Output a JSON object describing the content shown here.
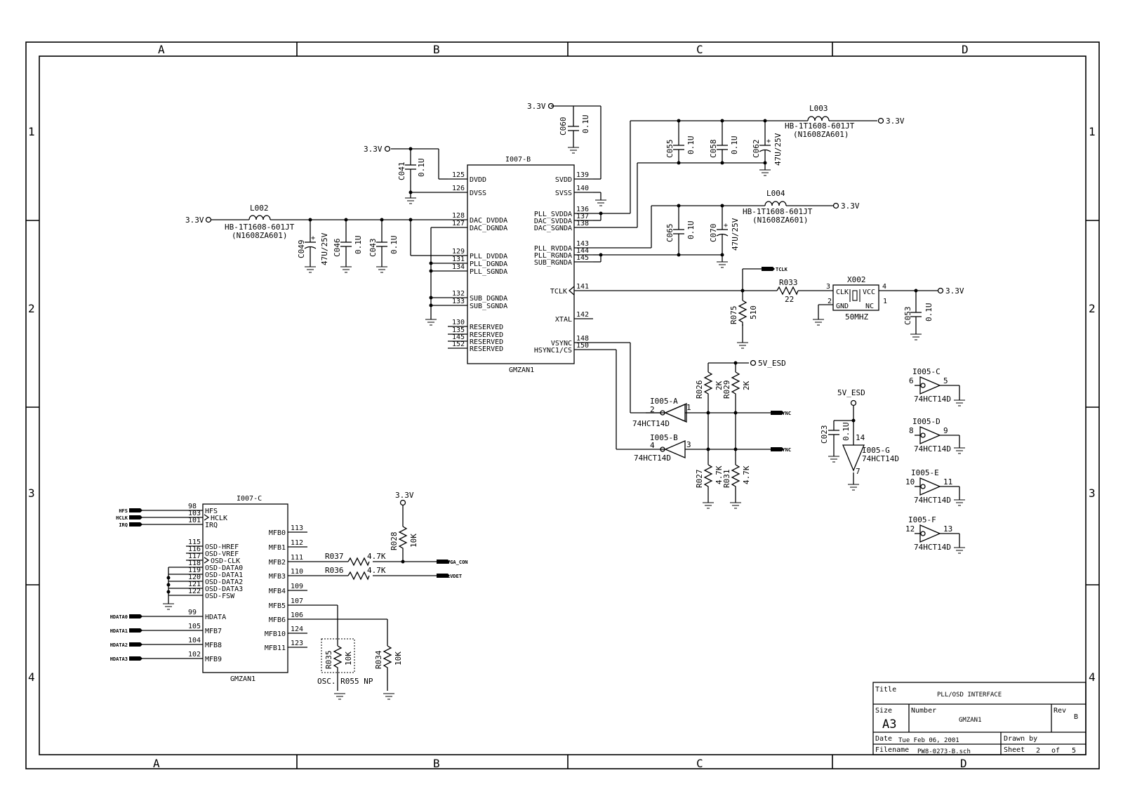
{
  "border": {
    "cols": [
      "A",
      "B",
      "C",
      "D"
    ],
    "rows": [
      "1",
      "2",
      "3",
      "4"
    ]
  },
  "power": {
    "v33": "3.3V",
    "v5": "5V_ESD"
  },
  "chip_b": {
    "ref": "I007-B",
    "part": "GMZAN1",
    "left_pins": [
      {
        "num": "125",
        "name": "DVDD"
      },
      {
        "num": "126",
        "name": "DVSS"
      },
      {
        "num": "128",
        "name": "DAC_DVDDA"
      },
      {
        "num": "127",
        "name": "DAC_DGNDA"
      },
      {
        "num": "129",
        "name": "PLL_DVDDA"
      },
      {
        "num": "131",
        "name": "PLL_DGNDA"
      },
      {
        "num": "134",
        "name": "PLL_SGNDA"
      },
      {
        "num": "132",
        "name": "SUB_DGNDA"
      },
      {
        "num": "133",
        "name": "SUB_SGNDA"
      },
      {
        "num": "130",
        "name": "RESERVED"
      },
      {
        "num": "135",
        "name": "RESERVED"
      },
      {
        "num": "145",
        "name": "RESERVED"
      },
      {
        "num": "152",
        "name": "RESERVED"
      }
    ],
    "right_pins": [
      {
        "num": "139",
        "name": "SVDD"
      },
      {
        "num": "140",
        "name": "SVSS"
      },
      {
        "num": "136",
        "name": "PLL_SVDDA"
      },
      {
        "num": "137",
        "name": "DAC_SVDDA"
      },
      {
        "num": "138",
        "name": "DAC_SGNDA"
      },
      {
        "num": "143",
        "name": "PLL_RVDDA"
      },
      {
        "num": "144",
        "name": "PLL_RGNDA"
      },
      {
        "num": "145",
        "name": "SUB_RGNDA"
      },
      {
        "num": "141",
        "name": "TCLK"
      },
      {
        "num": "142",
        "name": "XTAL"
      },
      {
        "num": "148",
        "name": "VSYNC"
      },
      {
        "num": "150",
        "name": "HSYNC1/CS"
      }
    ]
  },
  "chip_c": {
    "ref": "I007-C",
    "part": "GMZAN1",
    "left_pins": [
      {
        "num": "98",
        "name": "HFS"
      },
      {
        "num": "103",
        "name": "HCLK"
      },
      {
        "num": "101",
        "name": "IRQ"
      },
      {
        "num": "115",
        "name": "OSD-HREF"
      },
      {
        "num": "116",
        "name": "OSD-VREF"
      },
      {
        "num": "117",
        "name": "OSD-CLK"
      },
      {
        "num": "118",
        "name": "OSD-DATA0"
      },
      {
        "num": "119",
        "name": "OSD-DATA1"
      },
      {
        "num": "120",
        "name": "OSD-DATA2"
      },
      {
        "num": "121",
        "name": "OSD-DATA3"
      },
      {
        "num": "122",
        "name": "OSD-FSW"
      },
      {
        "num": "99",
        "name": "HDATA"
      },
      {
        "num": "105",
        "name": "MFB7"
      },
      {
        "num": "104",
        "name": "MFB8"
      },
      {
        "num": "102",
        "name": "MFB9"
      }
    ],
    "right_pins": [
      {
        "num": "113",
        "name": "MFB0"
      },
      {
        "num": "112",
        "name": "MFB1"
      },
      {
        "num": "111",
        "name": "MFB2"
      },
      {
        "num": "110",
        "name": "MFB3"
      },
      {
        "num": "109",
        "name": "MFB4"
      },
      {
        "num": "107",
        "name": "MFB5"
      },
      {
        "num": "106",
        "name": "MFB6"
      },
      {
        "num": "124",
        "name": "MFB10"
      },
      {
        "num": "123",
        "name": "MFB11"
      }
    ]
  },
  "inputs_c": [
    "HFS",
    "HCLK",
    "IRQ"
  ],
  "hdata": [
    "HDATA0",
    "HDATA1",
    "HDATA2",
    "HDATA3"
  ],
  "inductors": [
    {
      "ref": "L002",
      "part": "HB-1T1608-601JT",
      "alt": "(N1608ZA601)"
    },
    {
      "ref": "L003",
      "part": "HB-1T1608-601JT",
      "alt": "(N1608ZA601)"
    },
    {
      "ref": "L004",
      "part": "HB-1T1608-601JT",
      "alt": "(N1608ZA601)"
    }
  ],
  "caps": {
    "c060": {
      "ref": "C060",
      "val": "0.1U"
    },
    "c041": {
      "ref": "C041",
      "val": "0.1U"
    },
    "c049": {
      "ref": "C049",
      "val": "47U/25V"
    },
    "c046": {
      "ref": "C046",
      "val": "0.1U"
    },
    "c043": {
      "ref": "C043",
      "val": "0.1U"
    },
    "c055": {
      "ref": "C055",
      "val": "0.1U"
    },
    "c058": {
      "ref": "C058",
      "val": "0.1U"
    },
    "c062": {
      "ref": "C062",
      "val": "47U/25V"
    },
    "c065": {
      "ref": "C065",
      "val": "0.1U"
    },
    "c070": {
      "ref": "C070",
      "val": "47U/25V"
    },
    "c053": {
      "ref": "C053",
      "val": "0.1U"
    },
    "c023": {
      "ref": "C023",
      "val": "0.1U"
    }
  },
  "resistors": {
    "r033": {
      "ref": "R033",
      "val": "22"
    },
    "r075": {
      "ref": "R075",
      "val": "510"
    },
    "r026": {
      "ref": "R026",
      "val": "2K"
    },
    "r029": {
      "ref": "R029",
      "val": "2K"
    },
    "r027": {
      "ref": "R027",
      "val": "4.7K"
    },
    "r031": {
      "ref": "R031",
      "val": "4.7K"
    },
    "r028": {
      "ref": "R028",
      "val": "10K"
    },
    "r037": {
      "ref": "R037",
      "val": "4.7K"
    },
    "r036": {
      "ref": "R036",
      "val": "4.7K"
    },
    "r035": {
      "ref": "R035",
      "val": "10K"
    },
    "r034": {
      "ref": "R034",
      "val": "10K"
    }
  },
  "osc_note": "OSC. R055 NP",
  "crystal": {
    "ref": "X002",
    "freq": "50MHZ",
    "clk": "CLK",
    "gnd": "GND",
    "vcc": "VCC",
    "nc": "NC",
    "p1": "1",
    "p2": "2",
    "p3": "3",
    "p4": "4"
  },
  "nets": {
    "tclk": "TCLK",
    "vsync": "VSYNC",
    "hsync": "HSYNC",
    "vga_con": "VGA_CON",
    "lvdet": "LVDET"
  },
  "inverters": [
    {
      "ref": "I005-A",
      "part": "74HCT14D",
      "in": "2",
      "out": "1"
    },
    {
      "ref": "I005-B",
      "part": "74HCT14D",
      "in": "4",
      "out": "3"
    },
    {
      "ref": "I005-C",
      "part": "74HCT14D",
      "in": "6",
      "out": "5"
    },
    {
      "ref": "I005-D",
      "part": "74HCT14D",
      "in": "8",
      "out": "9"
    },
    {
      "ref": "I005-E",
      "part": "74HCT14D",
      "in": "10",
      "out": "11"
    },
    {
      "ref": "I005-F",
      "part": "74HCT14D",
      "in": "12",
      "out": "13"
    },
    {
      "ref": "I005-G",
      "part": "74HCT14D",
      "vcc": "14",
      "gnd": "7"
    }
  ],
  "title_block": {
    "title_label": "Title",
    "title": "PLL/OSD INTERFACE",
    "size_label": "Size",
    "size": "A3",
    "number_label": "Number",
    "number": "GMZAN1",
    "rev_label": "Rev",
    "rev": "B",
    "date_label": "Date",
    "date": "Tue Feb 06, 2001",
    "drawn_label": "Drawn by",
    "file_label": "Filename",
    "file": "PW8-0273-B.sch",
    "sheet_label": "Sheet",
    "sheet": "2",
    "of_label": "of",
    "sheets": "5"
  }
}
